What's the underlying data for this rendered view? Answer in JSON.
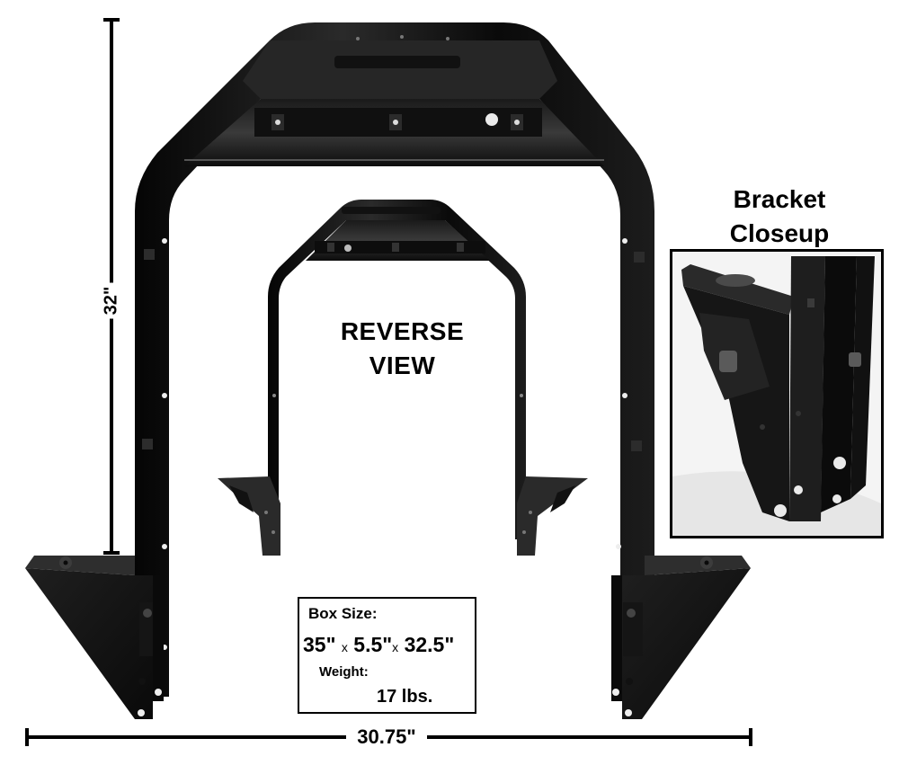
{
  "product_image": {
    "subject": "radiator support frame",
    "background_color": "#ffffff",
    "part_color": "#0d0d0d"
  },
  "dimensions": {
    "height_label": "32\"",
    "width_label": "30.75\""
  },
  "reverse_view": {
    "line1": "REVERSE",
    "line2": "VIEW"
  },
  "bracket_closeup": {
    "line1": "Bracket",
    "line2": "Closeup"
  },
  "shipping_info": {
    "box_size_label": "Box Size:",
    "box_dim_1": "35\"",
    "box_dim_sep_1": "x",
    "box_dim_2": "5.5\"",
    "box_dim_sep_2": "x",
    "box_dim_3": "32.5\"",
    "weight_label": "Weight:",
    "weight_value": "17 lbs."
  }
}
